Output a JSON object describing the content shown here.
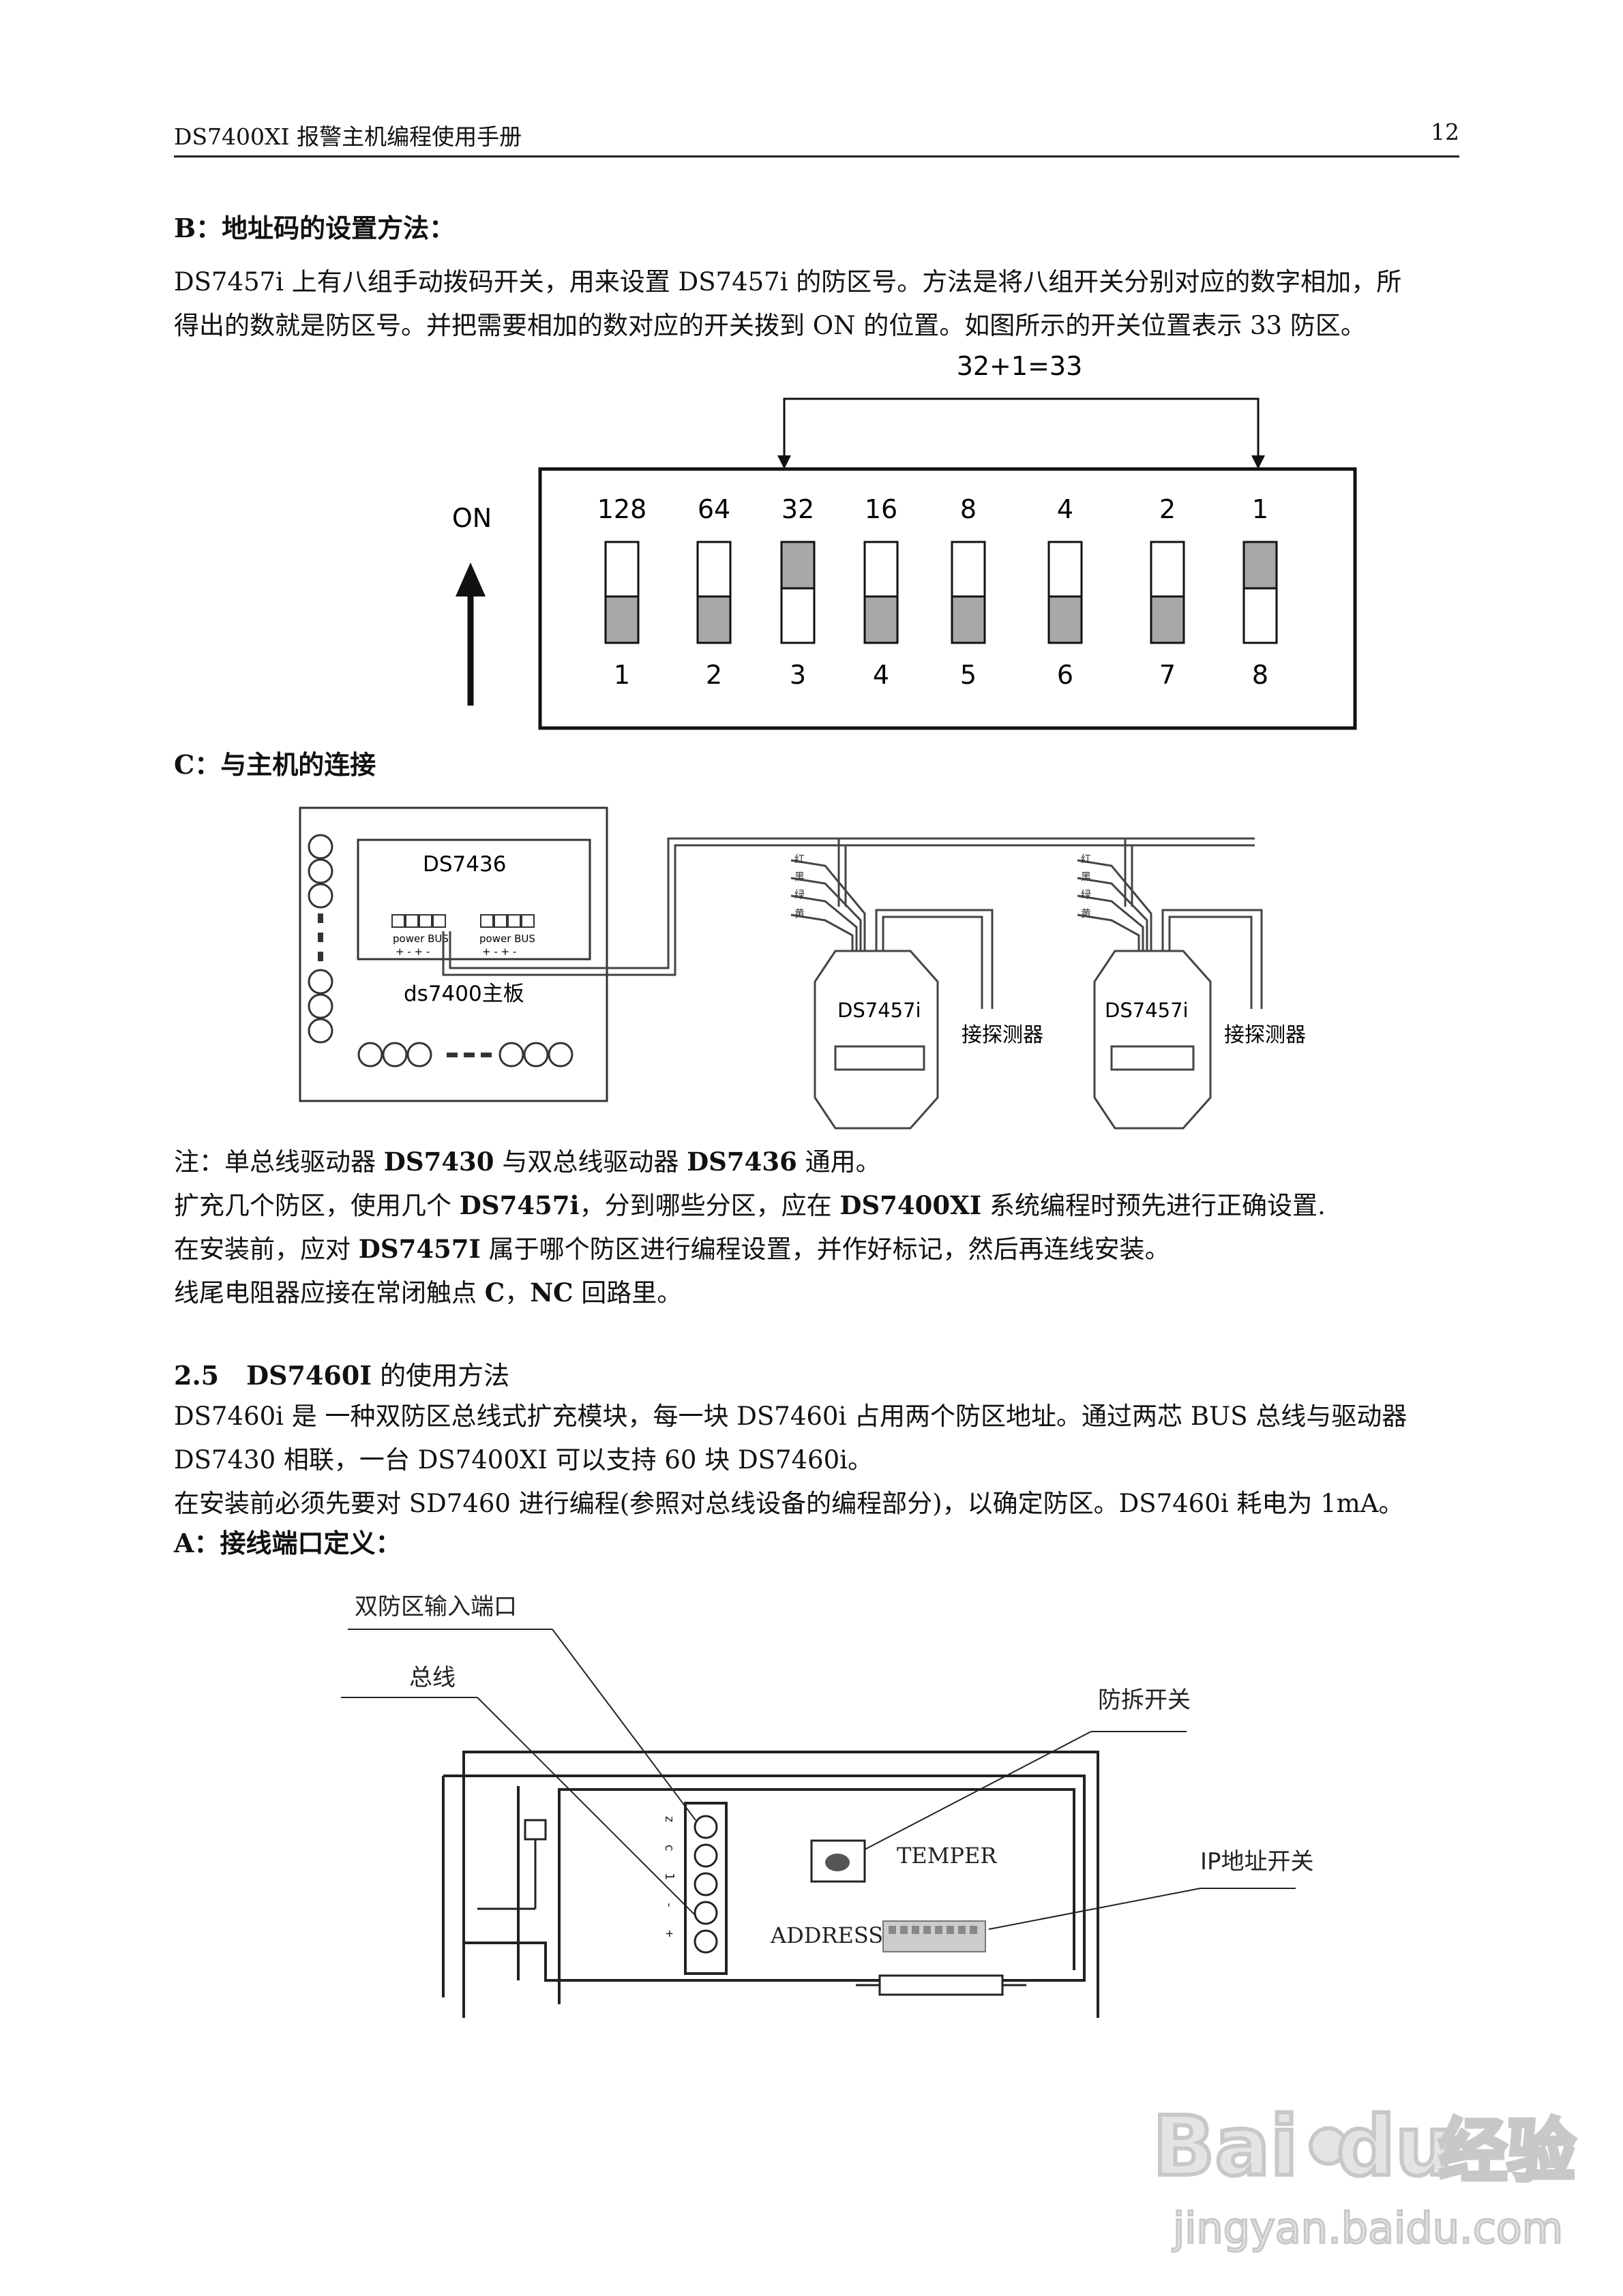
{
  "header": {
    "title": "DS7400XI 报警主机编程使用手册",
    "page": "12"
  },
  "sectionB": {
    "title": "B：地址码的设置方法：",
    "p1": "DS7457i 上有八组手动拨码开关，用来设置 DS7457i 的防区号。方法是将八组开关分别对应的数字相加，所",
    "p2": "得出的数就是防区号。并把需要相加的数对应的开关拨到 ON 的位置。如图所示的开关位置表示 33 防区。"
  },
  "dip": {
    "sum_label": "32+1=33",
    "on_label": "ON",
    "values": [
      "128",
      "64",
      "32",
      "16",
      "8",
      "4",
      "2",
      "1"
    ],
    "numbers": [
      "1",
      "2",
      "3",
      "4",
      "5",
      "6",
      "7",
      "8"
    ],
    "on_positions": [
      3,
      8
    ]
  },
  "sectionC": {
    "title": "C：与主机的连接",
    "board_name": "DS7436",
    "board_main": "ds7400主板",
    "power_bus": "power BUS",
    "polarity": "+  -  +  -",
    "wire_labels": [
      "红",
      "黑",
      "绿",
      "黄"
    ],
    "wire_labels_2": [
      "红",
      "黑",
      "绿",
      "黄"
    ],
    "module_name": "DS7457i",
    "detector_label": "接探测器"
  },
  "notes": {
    "n1a": "注：单总线驱动器 ",
    "n1b": "DS7430",
    "n1c": " 与双总线驱动器 ",
    "n1d": "DS7436",
    "n1e": " 通用。",
    "n2a": "扩充几个防区，使用几个 ",
    "n2b": "DS7457i",
    "n2c": "，分到哪些分区，应在 ",
    "n2d": "DS7400XI",
    "n2e": " 系统编程时预先进行正确设置.",
    "n3a": "在安装前，应对 ",
    "n3b": "DS7457I",
    "n3c": " 属于哪个防区进行编程设置，并作好标记，然后再连线安装。",
    "n4a": "线尾电阻器应接在常闭触点 ",
    "n4b": "C",
    "n4c": "，",
    "n4d": "NC",
    "n4e": " 回路里。"
  },
  "section25": {
    "num": "2.5",
    "title_b": "DS7460I",
    "title_r": " 的使用方法",
    "p1": "DS7460i 是 一种双防区总线式扩充模块，每一块 DS7460i 占用两个防区地址。通过两芯 BUS 总线与驱动器",
    "p2": "DS7430 相联，一台 DS7400XI 可以支持 60 块 DS7460i。",
    "p3": "在安装前必须先要对 SD7460 进行编程(参照对总线设备的编程部分)，以确定防区。DS7460i 耗电为 1mA。",
    "a_title": "A：接线端口定义："
  },
  "wiring": {
    "input_port": "双防区输入端口",
    "bus": "总线",
    "tamper_switch": "防拆开关",
    "tamper": "TEMPER",
    "ip_switch": "IP地址开关",
    "address": "ADDRESS"
  },
  "watermark": {
    "brand": "Bai",
    "brand2": "du",
    "cn": "经验",
    "url": "jingyan.baidu.com"
  }
}
